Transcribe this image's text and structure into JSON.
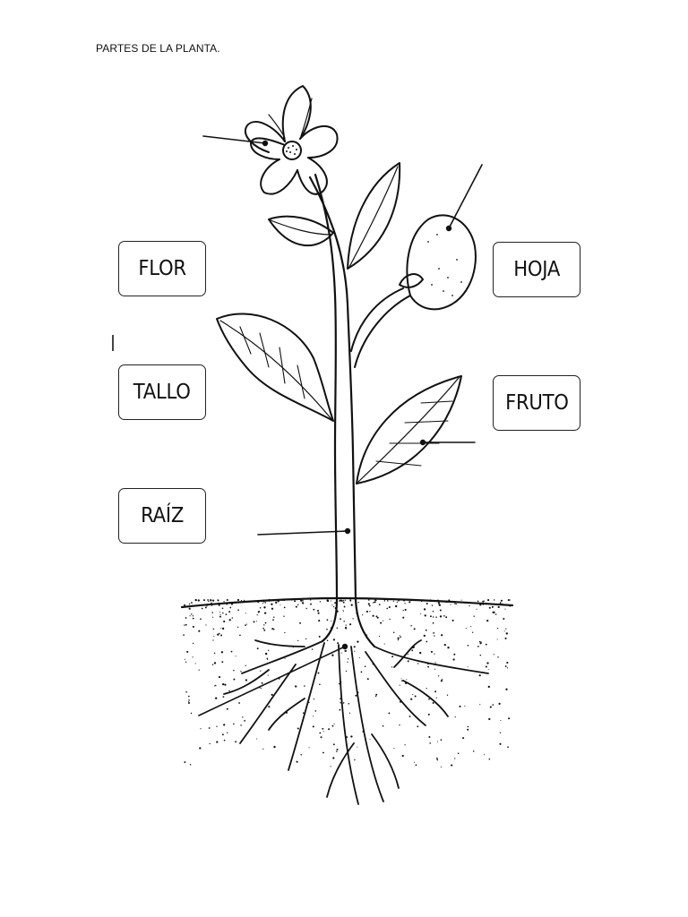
{
  "page": {
    "title": "PARTES DE LA PLANTA."
  },
  "labels": {
    "flor": "FLOR",
    "tallo": "TALLO",
    "raiz": "RAÍZ",
    "hoja": "HOJA",
    "fruto": "FRUTO"
  },
  "colors": {
    "ink": "#111111",
    "paper": "#ffffff"
  }
}
